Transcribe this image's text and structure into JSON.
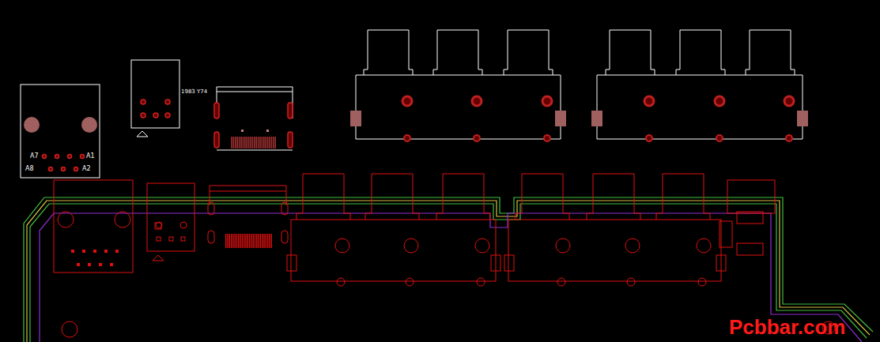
{
  "diagram": {
    "labels": [
      "A7",
      "A1",
      "A8",
      "A2",
      "1983 Y74",
      "Pcbbar.com"
    ]
  }
}
